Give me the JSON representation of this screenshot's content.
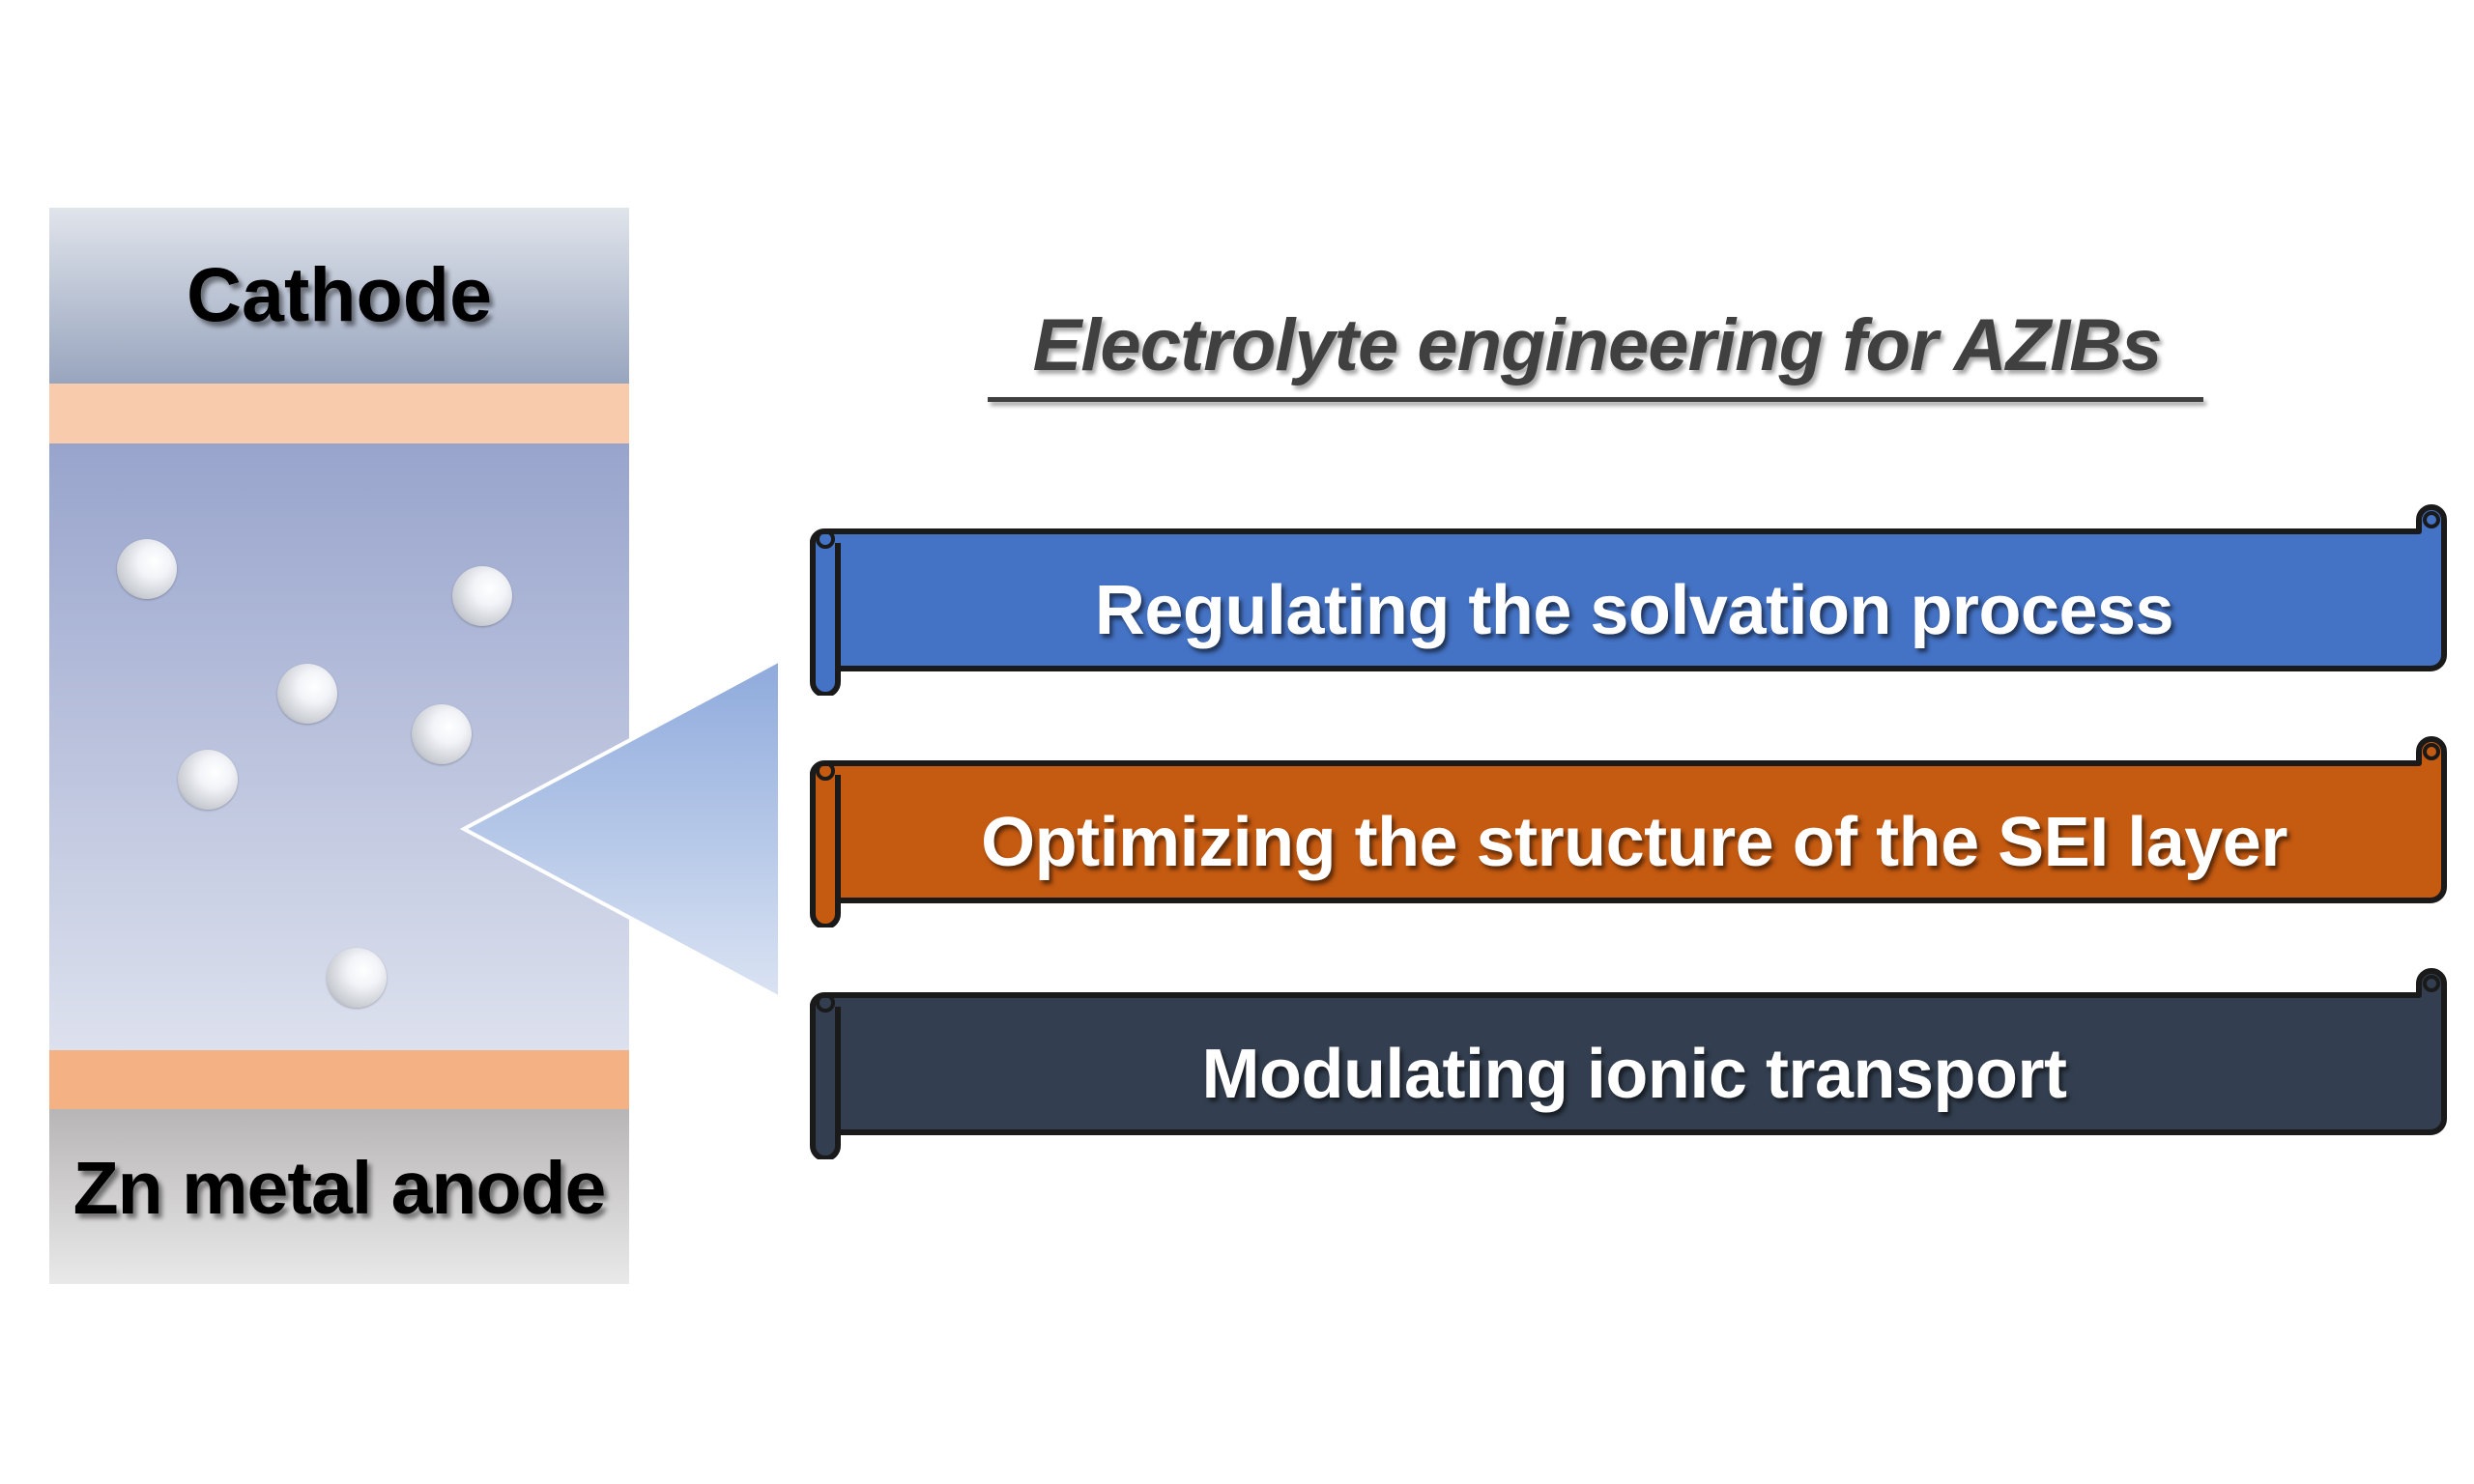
{
  "cell": {
    "cathode_label": "Cathode",
    "anode_label": "Zn metal anode",
    "colors": {
      "interphase_top": "#f8cbad",
      "interphase_bottom": "#f4b183",
      "electrolyte": "#98a4cc"
    },
    "ion_count": 6
  },
  "title": "Electrolyte engineering for AZIBs",
  "banners": [
    {
      "label": "Regulating the solvation process",
      "color": "#4472c4"
    },
    {
      "label": "Optimizing the structure of the SEI layer",
      "color": "#c55a11"
    },
    {
      "label": "Modulating ionic transport",
      "color": "#333f50"
    }
  ]
}
